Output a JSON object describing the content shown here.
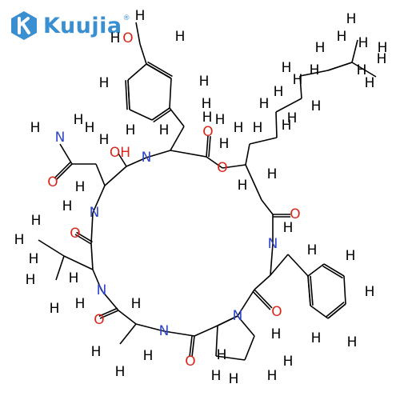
{
  "logo": {
    "text": "Kuujia",
    "registered": "®"
  },
  "colors": {
    "bond": "#000000",
    "hydrogen": "#000000",
    "carbon": "#000000",
    "oxygen": "#d9261c",
    "nitrogen": "#2e44c8",
    "brand": "#3a8fd0"
  },
  "atom_labels": {
    "hydrogen": "H",
    "oxygen": "O",
    "nitrogen": "N",
    "hydroxyl": "OH",
    "amine_n": "N"
  }
}
